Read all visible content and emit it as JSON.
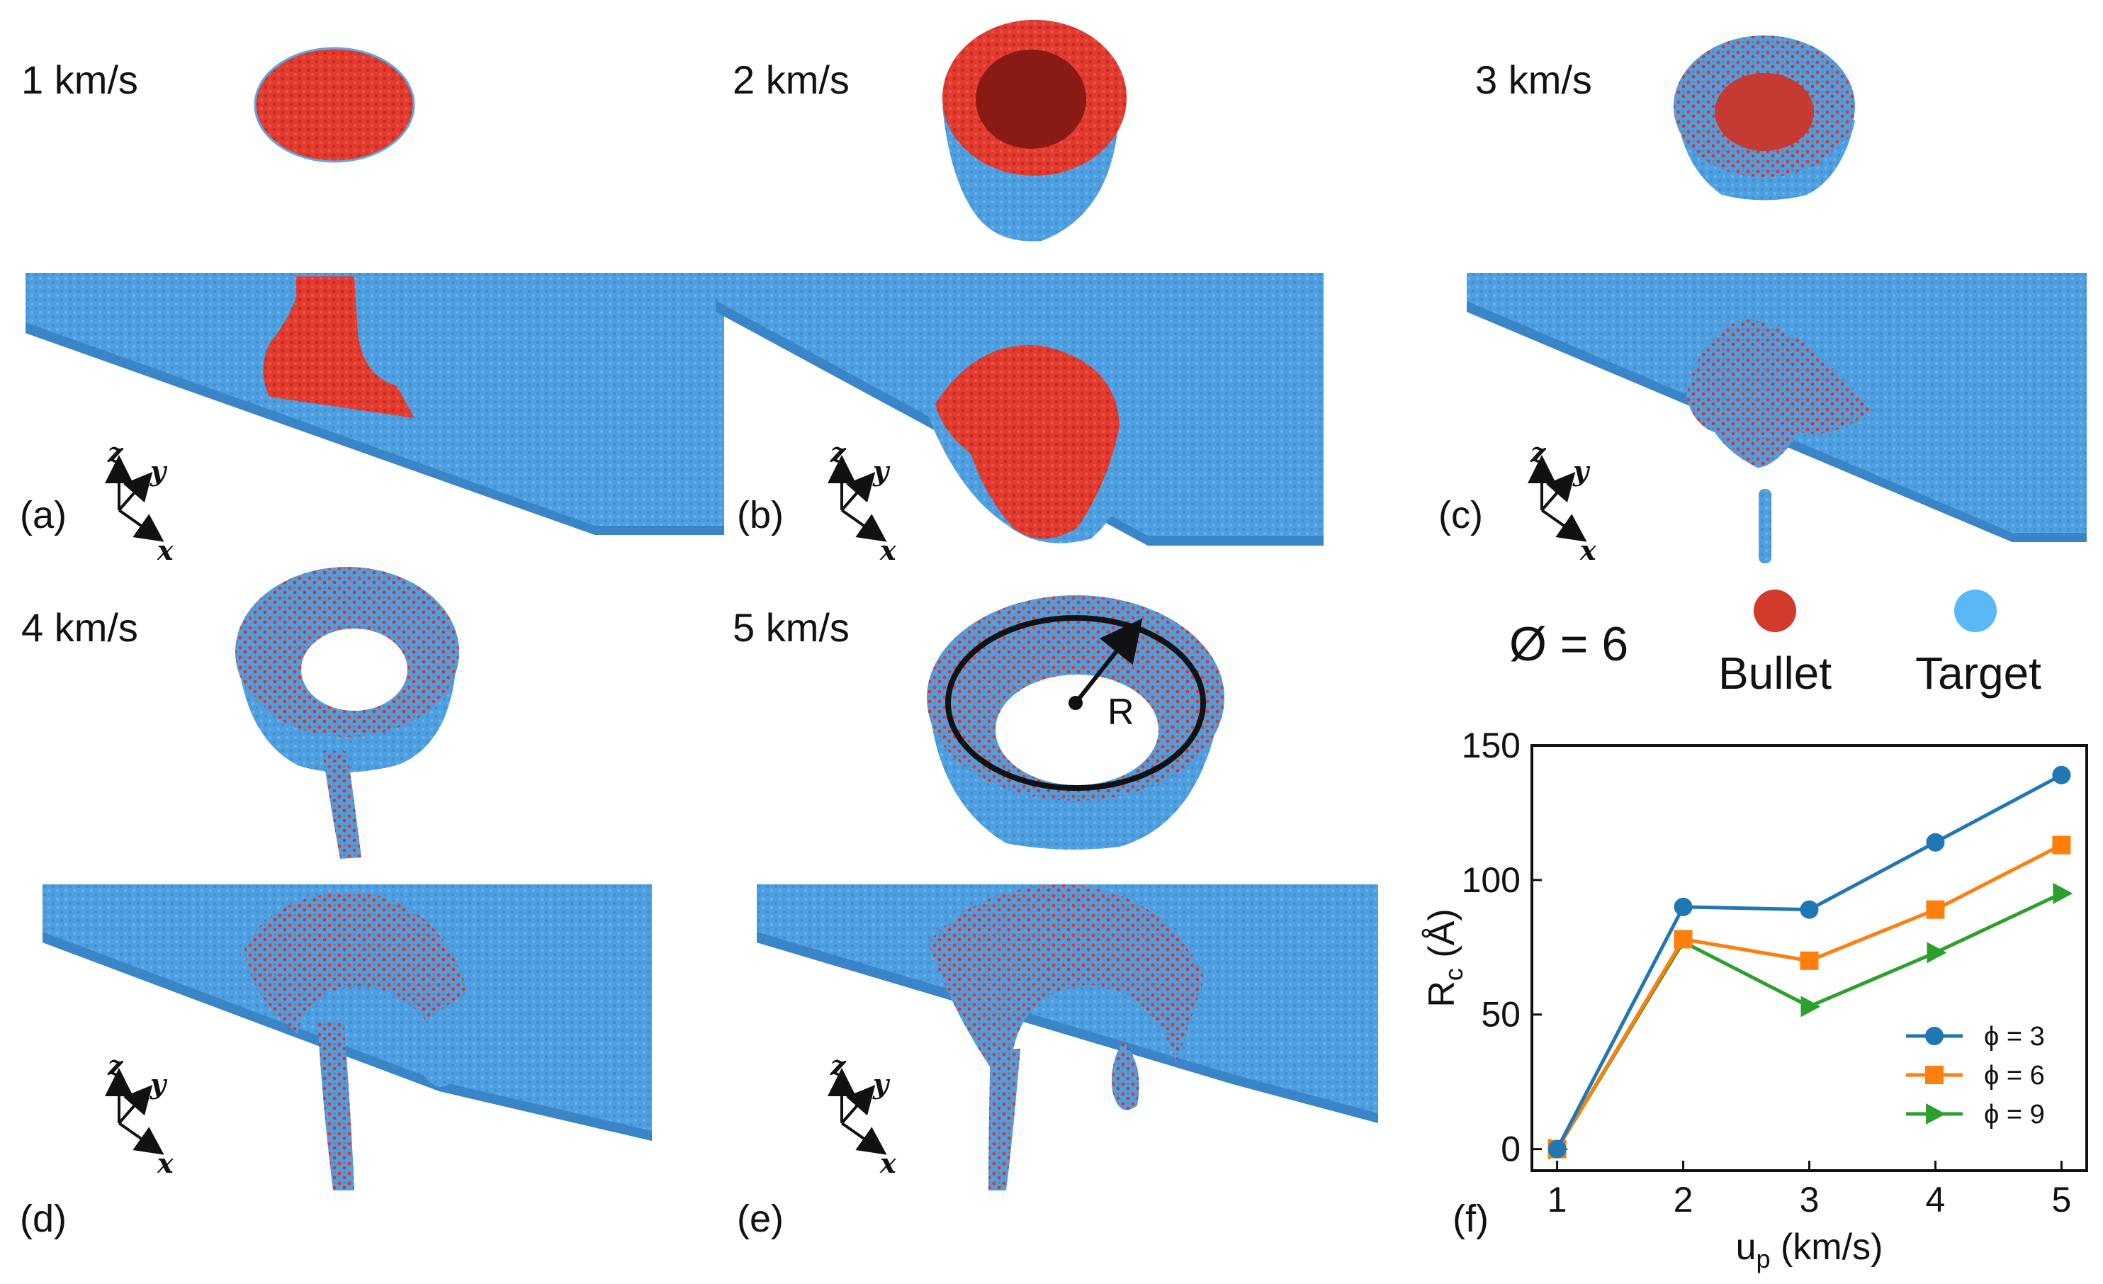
{
  "panels": [
    {
      "id": "a",
      "label": "(a)",
      "speed": "1 km/s"
    },
    {
      "id": "b",
      "label": "(b)",
      "speed": "2 km/s"
    },
    {
      "id": "c",
      "label": "(c)",
      "speed": "3 km/s"
    },
    {
      "id": "d",
      "label": "(d)",
      "speed": "4 km/s"
    },
    {
      "id": "e",
      "label": "(e)",
      "speed": "5 km/s"
    },
    {
      "id": "f",
      "label": "(f)"
    }
  ],
  "axes_labels": {
    "z": "z",
    "y": "y",
    "x": "x"
  },
  "radius_marker": "R",
  "legend": {
    "phi_text": "Ø = 6",
    "bullet": {
      "label": "Bullet",
      "color": "#d23a2c"
    },
    "target": {
      "label": "Target",
      "color": "#5ab8f5"
    }
  },
  "colors": {
    "target_blue": "#4a9ddf",
    "target_blue_dark": "#3b86c9",
    "bullet_red": "#e03a2e",
    "bullet_red_dark": "#b92a20"
  },
  "chart_data": {
    "type": "line",
    "x": [
      1,
      2,
      3,
      4,
      5
    ],
    "xlabel_main": "u",
    "xlabel_sub": "p",
    "xlabel_unit": " (km/s)",
    "ylabel_main": "R",
    "ylabel_sub": "c",
    "ylabel_unit": " (Å)",
    "xlim": [
      0.8,
      5.2
    ],
    "ylim": [
      -8,
      150
    ],
    "xticks": [
      1,
      2,
      3,
      4,
      5
    ],
    "yticks": [
      0,
      50,
      100,
      150
    ],
    "legend_position": "lower-right",
    "series": [
      {
        "name": "ϕ = 3",
        "color": "#1f77b4",
        "marker": "circle",
        "values": [
          0,
          90,
          89,
          114,
          139
        ]
      },
      {
        "name": "ϕ = 6",
        "color": "#ff7f0e",
        "marker": "square",
        "values": [
          0,
          78,
          70,
          89,
          113
        ]
      },
      {
        "name": "ϕ = 9",
        "color": "#2ca02c",
        "marker": "triangle-right",
        "values": [
          0,
          77,
          53,
          73,
          95
        ]
      }
    ]
  }
}
